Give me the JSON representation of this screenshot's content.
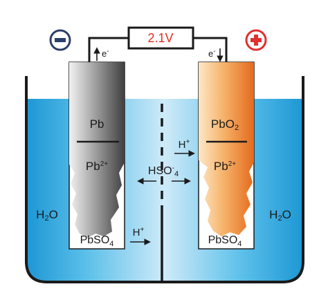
{
  "battery": {
    "voltage": "2.1V"
  },
  "terminals": {
    "negative_symbol": "−",
    "positive_symbol": "+"
  },
  "electron_flow": {
    "left": {
      "base": "e",
      "sup": "-"
    },
    "right": {
      "base": "e",
      "sup": "-"
    }
  },
  "anode": {
    "metal": "Pb",
    "ion": {
      "base": "Pb",
      "sup": "2+"
    },
    "deposit": {
      "base": "PbSO",
      "sub": "4"
    }
  },
  "cathode": {
    "oxide": {
      "base": "PbO",
      "sub": "2"
    },
    "ion": {
      "base": "Pb",
      "sup": "2+"
    },
    "deposit": {
      "base": "PbSO",
      "sub": "4"
    }
  },
  "electrolyte": {
    "water_left": {
      "base": "H",
      "sub": "2",
      "tail": "O"
    },
    "water_right": {
      "base": "H",
      "sub": "2",
      "tail": "O"
    },
    "proton_upper": {
      "base": "H",
      "sup": "+"
    },
    "proton_lower": {
      "base": "H",
      "sup": "+"
    },
    "bisulfate": {
      "base": "HSO",
      "sup": "-",
      "sub": "4"
    }
  },
  "colors": {
    "electrolyte_light": "#cfeaf8",
    "electrolyte_mid": "#5cc0ea",
    "electrolyte_dark": "#1d97d4",
    "anode_light": "#e9e9e9",
    "anode_dark": "#3f3f3f",
    "cathode_light": "#fbd6a0",
    "cathode_dark": "#e8782a",
    "battery_text": "#e0301e",
    "negative_terminal": "#2a3f6b",
    "positive_terminal": "#e03030"
  }
}
